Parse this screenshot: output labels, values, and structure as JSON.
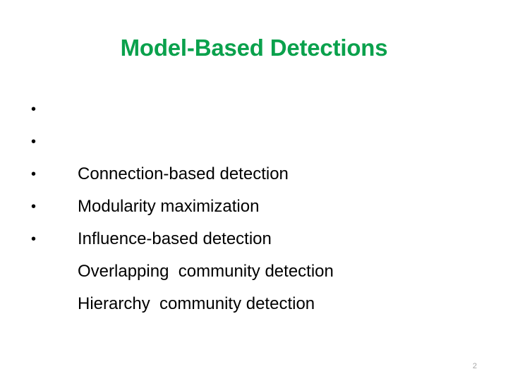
{
  "slide": {
    "title": "Model-Based Detections",
    "title_color": "#0aa14c",
    "background_color": "#ffffff",
    "body_text_color": "#000000",
    "bullet_marker": "•",
    "bullets": [
      {
        "label": "Connection-based detection"
      },
      {
        "label": "Modularity maximization"
      },
      {
        "label": "Influence-based detection"
      },
      {
        "label": "Overlapping  community detection"
      },
      {
        "label": "Hierarchy  community detection"
      }
    ],
    "page_number": "2",
    "page_number_color": "#a6a6a6"
  }
}
